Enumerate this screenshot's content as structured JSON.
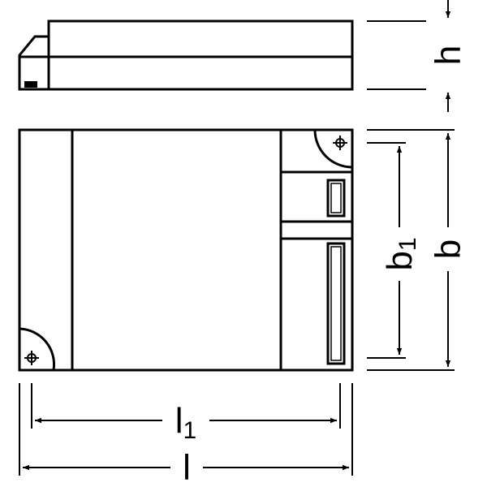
{
  "dimensions": {
    "height": "h",
    "width": "b",
    "width_inner_base": "b",
    "width_inner_sub": "1",
    "length": "l",
    "length_inner_base": "l",
    "length_inner_sub": "1"
  },
  "colors": {
    "stroke": "#000000",
    "background": "#ffffff"
  }
}
